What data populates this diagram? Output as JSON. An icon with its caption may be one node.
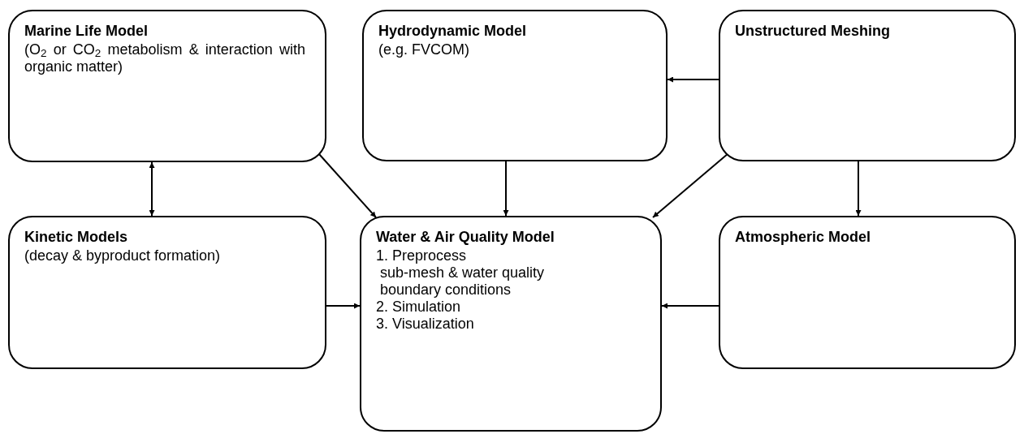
{
  "diagram": {
    "nodes": [
      {
        "text": [
          "Marine Life Model",
          "(O$_{2}$ or CO$_{2}$ metabolism & interaction with organic matter)"
        ]
      },
      {
        "text": [
          "Hydrodynamic Model",
          "(e.g. FVCOM)"
        ]
      },
      {
        "text": [
          "Unstructured Meshing"
        ]
      },
      {
        "text": [
          "Kinetic Models",
          "(decay & byproduct formation)"
        ]
      },
      {
        "text": [
          "Water & Air Quality Model",
          "1. Preprocess",
          "sub-mesh & water quality boundary conditions",
          "2. Simulation",
          "3. Visualization"
        ]
      },
      {
        "text": [
          "Atmospheric Model"
        ]
      }
    ],
    "edges": [
      {
        "from": 0,
        "to": 3,
        "arrow": "both"
      },
      {
        "from": 0,
        "to": 4,
        "arrow": "to"
      },
      {
        "from": 1,
        "to": 4,
        "arrow": "to"
      },
      {
        "from": 2,
        "to": 1,
        "arrow": "to"
      },
      {
        "from": 2,
        "to": 4,
        "arrow": "to"
      },
      {
        "from": 2,
        "to": 5,
        "arrow": "to"
      },
      {
        "from": 3,
        "to": 4,
        "arrow": "to"
      },
      {
        "from": 5,
        "to": 4,
        "arrow": "to"
      }
    ]
  }
}
